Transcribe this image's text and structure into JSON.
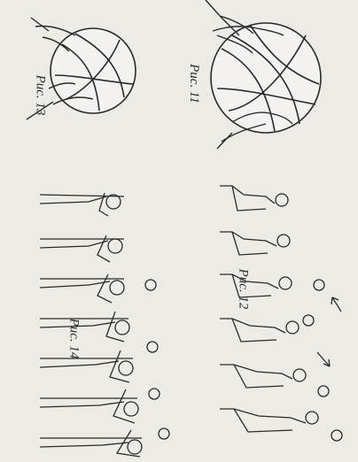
{
  "figures": {
    "fig11": {
      "caption": "Рис. 11"
    },
    "fig12": {
      "caption": "Рис. 12"
    },
    "fig13": {
      "caption": "Рис. 13"
    },
    "fig14": {
      "caption": "Рис. 14"
    }
  },
  "colors": {
    "paper": "#ecebe6",
    "ink": "#2a2a2a"
  },
  "orientation": "rotated 90 degrees clockwise"
}
